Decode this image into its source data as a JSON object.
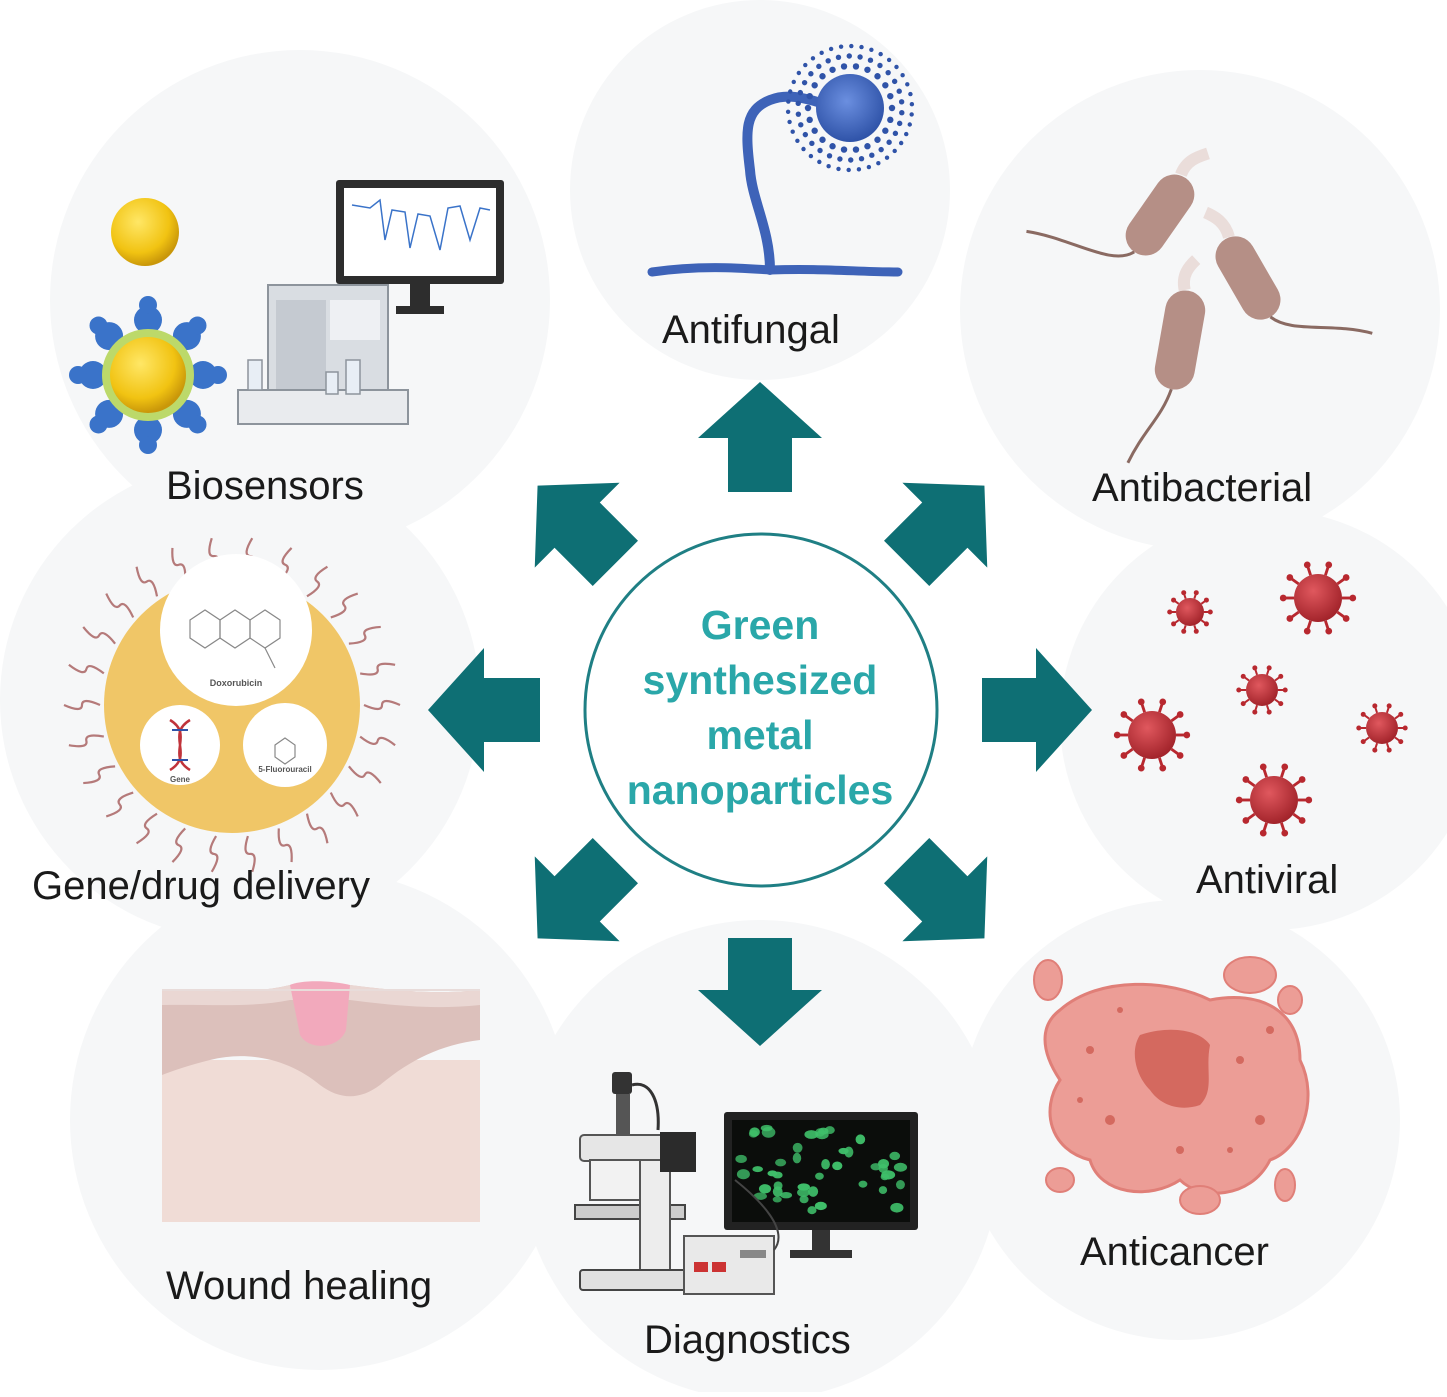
{
  "center": {
    "line1": "Green",
    "line2": "synthesized",
    "line3": "metal",
    "line4": "nanoparticles"
  },
  "applications": {
    "antifungal": "Antifungal",
    "antibacterial": "Antibacterial",
    "antiviral": "Antiviral",
    "anticancer": "Anticancer",
    "diagnostics": "Diagnostics",
    "wound_healing": "Wound healing",
    "gene_drug_delivery": "Gene/drug delivery",
    "biosensors": "Biosensors"
  },
  "delivery_particle": {
    "drug": "Doxorubicin",
    "gene": "Gene",
    "fluorouracil": "5-Fluorouracil"
  },
  "colors": {
    "arrow": "#0e6f74",
    "center_text": "#2aa7a9",
    "center_ring": "#1f7f84",
    "bacteria": "#b58f86",
    "virus": "#c0333a",
    "cancer": "#e9928c",
    "fungus": "#3e63b8",
    "carrier": "#f0c667"
  },
  "icons": [
    "fungus-icon",
    "bacteria-icon",
    "virus-icon",
    "cancer-cell-icon",
    "microscope-icon",
    "skin-wound-icon",
    "drug-carrier-icon",
    "biosensor-icon"
  ]
}
